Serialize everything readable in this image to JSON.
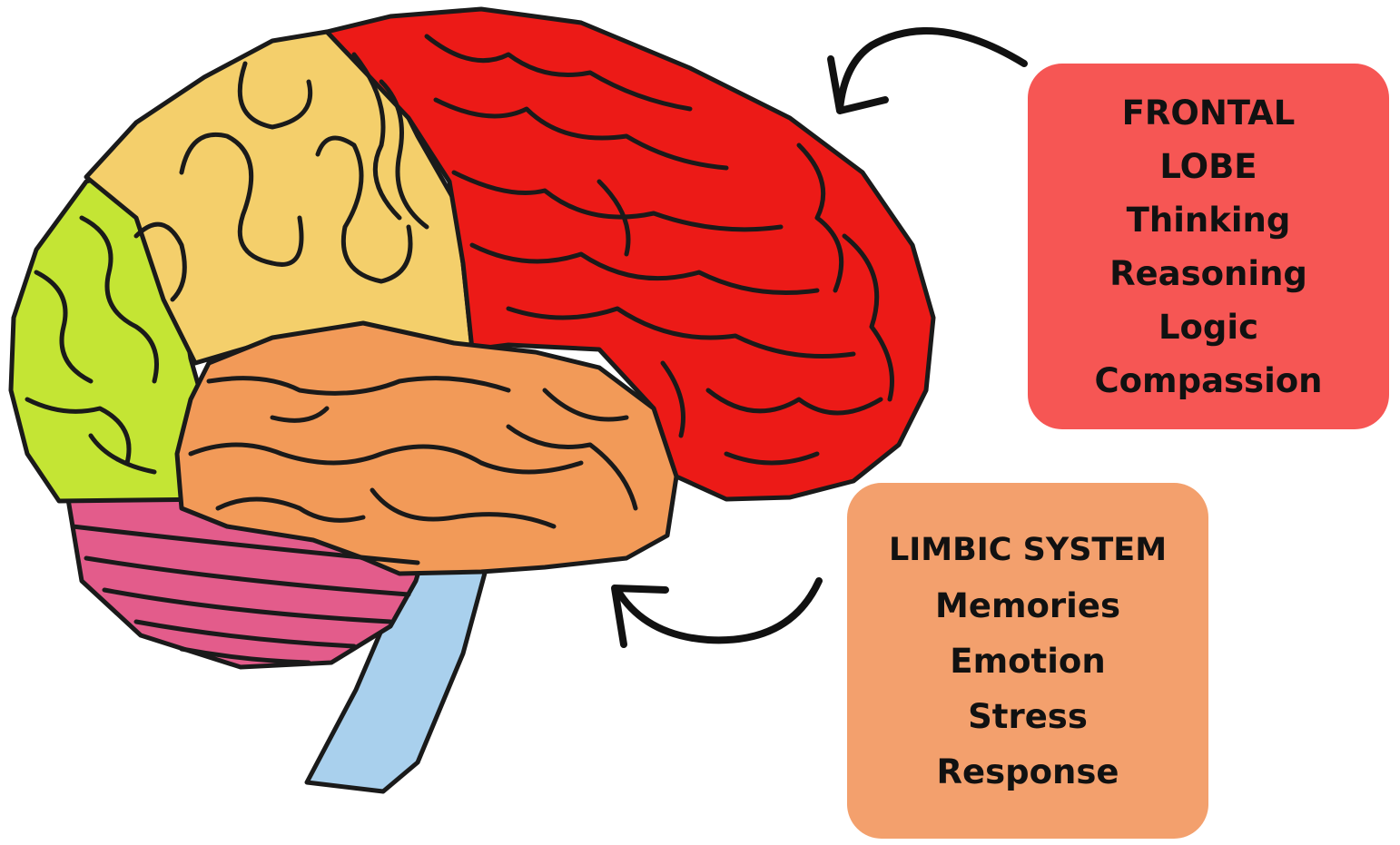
{
  "colors": {
    "frontal": "#ec1a17",
    "parietal": "#f4cf6b",
    "occipital": "#c4e534",
    "temporal": "#f29a58",
    "cerebellum": "#e35c8b",
    "brainstem": "#a9d0ed",
    "outline": "#1a1a1a",
    "frontal_box": "#f65654",
    "limbic_box": "#f3a06d"
  },
  "labels": {
    "frontal": {
      "lines": [
        "FRONTAL",
        "LOBE",
        "Thinking",
        "Reasoning",
        "Logic",
        "Compassion"
      ]
    },
    "limbic": {
      "lines": [
        "LIMBIC SYSTEM",
        "Memories",
        "Emotion",
        "Stress",
        "Response"
      ]
    }
  },
  "icons": {
    "frontal_arrow": "curved-arrow-icon",
    "limbic_arrow": "curved-arrow-icon"
  }
}
